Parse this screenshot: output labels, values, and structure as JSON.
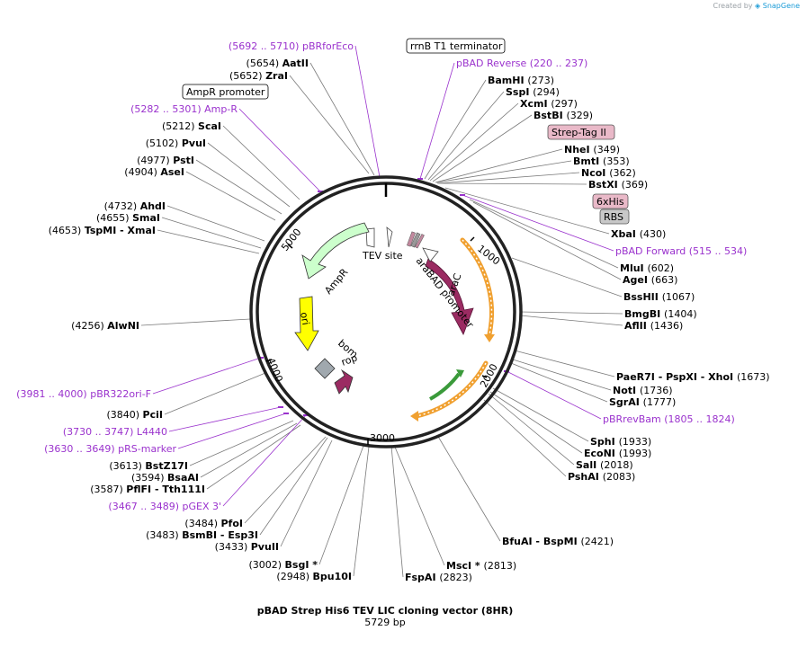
{
  "credit": {
    "prefix": "Created by",
    "brand": "SnapGene"
  },
  "title": "pBAD Strep His6 TEV LIC cloning vector (8HR)",
  "length": "5729 bp",
  "ring_ticks": [
    "1000",
    "2000",
    "3000",
    "4000",
    "5000"
  ],
  "colors": {
    "enzyme": "#000000",
    "primer": "#9a32cd",
    "araC": "#9b2b62",
    "rop": "#9b2b62",
    "ori": "#ffff00",
    "ampR": "#ccffcc",
    "bom": "#a0a8ae",
    "orf": "#f0a030"
  },
  "features_on_map": [
    "TEV site",
    "araBAD promoter",
    "araC",
    "AmpR",
    "ori",
    "bom",
    "rop"
  ],
  "boxed_labels": [
    {
      "text": "rrnB T1 terminator",
      "style": "white"
    },
    {
      "text": "AmpR promoter",
      "style": "white"
    },
    {
      "text": "Strep-Tag II",
      "style": "pink"
    },
    {
      "text": "6xHis",
      "style": "pink"
    },
    {
      "text": "RBS",
      "style": "gray"
    }
  ],
  "labels": [
    {
      "pos": "(5692 .. 5710)",
      "name": "pBRforEco",
      "kind": "primer",
      "side": "left"
    },
    {
      "pos": "(5654)",
      "name": "AatII",
      "kind": "enzyme",
      "side": "left"
    },
    {
      "pos": "(5652)",
      "name": "ZraI",
      "kind": "enzyme",
      "side": "left"
    },
    {
      "pos": "(5282 .. 5301)",
      "name": "Amp-R",
      "kind": "primer",
      "side": "left"
    },
    {
      "pos": "(5212)",
      "name": "ScaI",
      "kind": "enzyme",
      "side": "left"
    },
    {
      "pos": "(5102)",
      "name": "PvuI",
      "kind": "enzyme",
      "side": "left"
    },
    {
      "pos": "(4977)",
      "name": "PstI",
      "kind": "enzyme",
      "side": "left"
    },
    {
      "pos": "(4904)",
      "name": "AseI",
      "kind": "enzyme",
      "side": "left"
    },
    {
      "pos": "(4732)",
      "name": "AhdI",
      "kind": "enzyme",
      "side": "left"
    },
    {
      "pos": "(4655)",
      "name": "SmaI",
      "kind": "enzyme",
      "side": "left"
    },
    {
      "pos": "(4653)",
      "name": "TspMI   - XmaI",
      "kind": "enzyme",
      "side": "left"
    },
    {
      "pos": "(4256)",
      "name": "AlwNI",
      "kind": "enzyme",
      "side": "left"
    },
    {
      "pos": "(3981 .. 4000)",
      "name": "pBR322ori-F",
      "kind": "primer",
      "side": "left"
    },
    {
      "pos": "(3840)",
      "name": "PciI",
      "kind": "enzyme",
      "side": "left"
    },
    {
      "pos": "(3730 .. 3747)",
      "name": "L4440",
      "kind": "primer",
      "side": "left"
    },
    {
      "pos": "(3630 .. 3649)",
      "name": "pRS-marker",
      "kind": "primer",
      "side": "left"
    },
    {
      "pos": "(3613)",
      "name": "BstZ17I",
      "kind": "enzyme",
      "side": "left"
    },
    {
      "pos": "(3594)",
      "name": "BsaAI",
      "kind": "enzyme",
      "side": "left"
    },
    {
      "pos": "(3587)",
      "name": "PflFI   - Tth111I",
      "kind": "enzyme",
      "side": "left"
    },
    {
      "pos": "(3467 .. 3489)",
      "name": "pGEX 3'",
      "kind": "primer",
      "side": "left"
    },
    {
      "pos": "(3484)",
      "name": "PfoI",
      "kind": "enzyme",
      "side": "left"
    },
    {
      "pos": "(3483)",
      "name": "BsmBI   - Esp3I",
      "kind": "enzyme",
      "side": "left"
    },
    {
      "pos": "(3433)",
      "name": "PvuII",
      "kind": "enzyme",
      "side": "left"
    },
    {
      "pos": "(3002)",
      "name": "BsgI *",
      "kind": "enzyme",
      "side": "left"
    },
    {
      "pos": "(2948)",
      "name": "Bpu10I",
      "kind": "enzyme",
      "side": "left"
    },
    {
      "pos": "(220 .. 237)",
      "name": "pBAD Reverse",
      "kind": "primer",
      "side": "right"
    },
    {
      "pos": "(273)",
      "name": "BamHI",
      "kind": "enzyme",
      "side": "right"
    },
    {
      "pos": "(294)",
      "name": "SspI",
      "kind": "enzyme",
      "side": "right"
    },
    {
      "pos": "(297)",
      "name": "XcmI",
      "kind": "enzyme",
      "side": "right"
    },
    {
      "pos": "(329)",
      "name": "BstBI",
      "kind": "enzyme",
      "side": "right"
    },
    {
      "pos": "(349)",
      "name": "NheI",
      "kind": "enzyme",
      "side": "right"
    },
    {
      "pos": "(353)",
      "name": "BmtI",
      "kind": "enzyme",
      "side": "right"
    },
    {
      "pos": "(362)",
      "name": "NcoI",
      "kind": "enzyme",
      "side": "right"
    },
    {
      "pos": "(369)",
      "name": "BstXI",
      "kind": "enzyme",
      "side": "right"
    },
    {
      "pos": "(430)",
      "name": "XbaI",
      "kind": "enzyme",
      "side": "right"
    },
    {
      "pos": "(515 .. 534)",
      "name": "pBAD Forward",
      "kind": "primer",
      "side": "right"
    },
    {
      "pos": "(602)",
      "name": "MluI",
      "kind": "enzyme",
      "side": "right"
    },
    {
      "pos": "(663)",
      "name": "AgeI",
      "kind": "enzyme",
      "side": "right"
    },
    {
      "pos": "(1067)",
      "name": "BssHII",
      "kind": "enzyme",
      "side": "right"
    },
    {
      "pos": "(1404)",
      "name": "BmgBI",
      "kind": "enzyme",
      "side": "right"
    },
    {
      "pos": "(1436)",
      "name": "AflII",
      "kind": "enzyme",
      "side": "right"
    },
    {
      "pos": "(1673)",
      "name": "PaeR7I   - PspXI   - XhoI",
      "kind": "enzyme",
      "side": "right"
    },
    {
      "pos": "(1736)",
      "name": "NotI",
      "kind": "enzyme",
      "side": "right"
    },
    {
      "pos": "(1777)",
      "name": "SgrAI",
      "kind": "enzyme",
      "side": "right"
    },
    {
      "pos": "(1805 .. 1824)",
      "name": "pBRrevBam",
      "kind": "primer",
      "side": "right"
    },
    {
      "pos": "(1933)",
      "name": "SphI",
      "kind": "enzyme",
      "side": "right"
    },
    {
      "pos": "(1993)",
      "name": "EcoNI",
      "kind": "enzyme",
      "side": "right"
    },
    {
      "pos": "(2018)",
      "name": "SalI",
      "kind": "enzyme",
      "side": "right"
    },
    {
      "pos": "(2083)",
      "name": "PshAI",
      "kind": "enzyme",
      "side": "right"
    },
    {
      "pos": "(2421)",
      "name": "BfuAI   - BspMI",
      "kind": "enzyme",
      "side": "right"
    },
    {
      "pos": "(2813)",
      "name": "MscI *",
      "kind": "enzyme",
      "side": "right"
    },
    {
      "pos": "(2823)",
      "name": "FspAI",
      "kind": "enzyme",
      "side": "right"
    }
  ]
}
